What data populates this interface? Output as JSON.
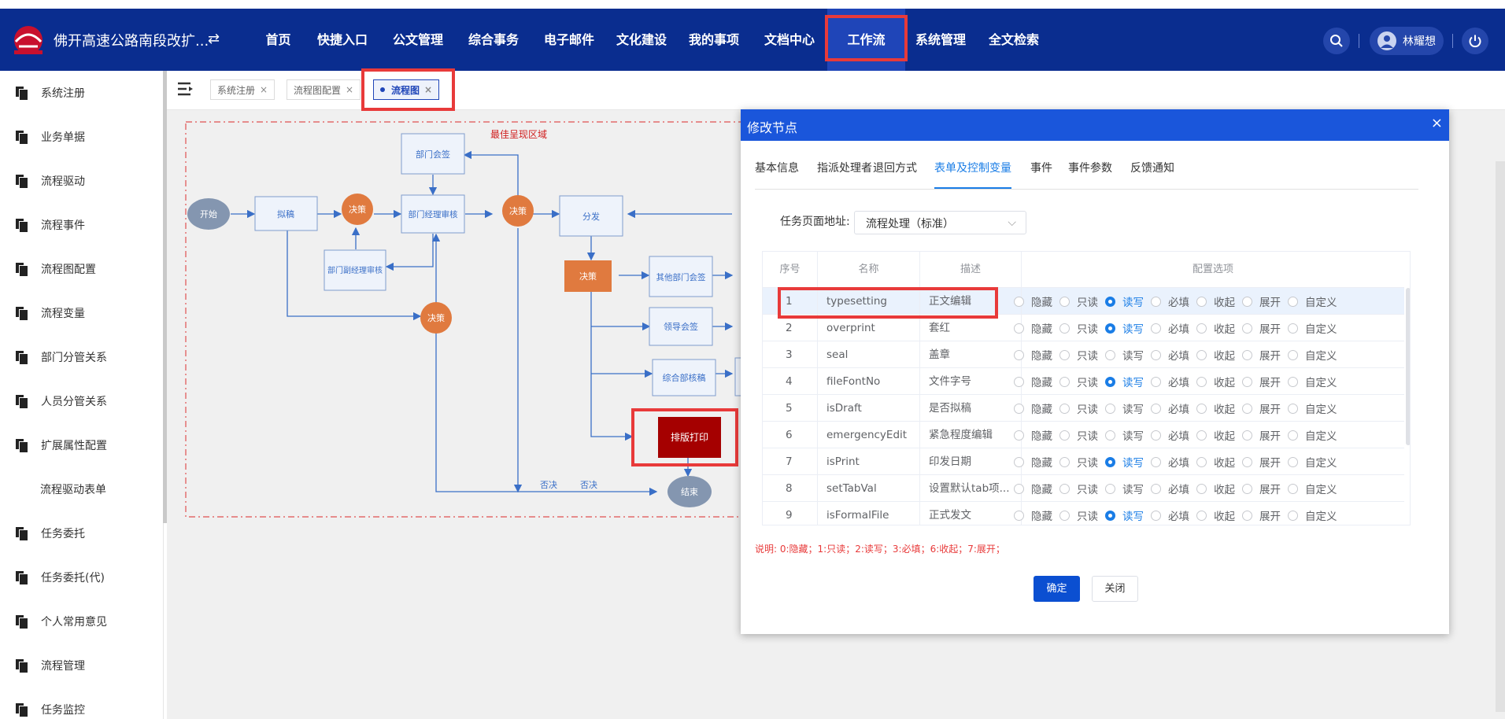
{
  "app": {
    "name": "佛开高速公路南段改扩...",
    "swap_icon": "⇄"
  },
  "nav": {
    "items": [
      "首页",
      "快捷入口",
      "公文管理",
      "综合事务",
      "电子邮件",
      "文化建设",
      "我的事项",
      "文档中心",
      "工作流",
      "系统管理",
      "全文检索"
    ],
    "active": "工作流",
    "user": "林耀想"
  },
  "sidebar": {
    "items": [
      "系统注册",
      "业务单据",
      "流程驱动",
      "流程事件",
      "流程图配置",
      "流程变量",
      "部门分管关系",
      "人员分管关系",
      "扩展属性配置",
      "流程驱动表单",
      "任务委托",
      "任务委托(代)",
      "个人常用意见",
      "流程管理",
      "任务监控"
    ]
  },
  "page_tabs": [
    {
      "label": "系统注册",
      "close": "×"
    },
    {
      "label": "流程图配置",
      "close": "×"
    },
    {
      "label": "流程图",
      "close": "×"
    }
  ],
  "flow": {
    "area_label": "最佳呈现区域",
    "nodes": {
      "start": "开始",
      "draft": "拟稿",
      "dec1": "决策",
      "dept_sign": "部门会签",
      "dept_mgr": "部门经理审核",
      "dept_vice": "部门副经理审核",
      "dec2": "决策",
      "distribute": "分发",
      "dec3": "决策",
      "other_sign": "其他部门会签",
      "leader_sign": "领导会签",
      "dec4": "决策",
      "general": "综合部核稿",
      "print": "排版打印",
      "end": "结束"
    },
    "reject1": "否决",
    "reject2": "否决"
  },
  "modal": {
    "title": "修改节点",
    "close": "×",
    "tabs": [
      "基本信息",
      "指派处理者",
      "退回方式",
      "表单及控制变量",
      "事件",
      "事件参数",
      "反馈通知"
    ],
    "active_tab": "表单及控制变量",
    "page_label": "任务页面地址:",
    "page_value": "流程处理（标准）",
    "columns": [
      "序号",
      "名称",
      "描述",
      "配置选项"
    ],
    "option_labels": [
      "隐藏",
      "只读",
      "读写",
      "必填",
      "收起",
      "展开",
      "自定义"
    ],
    "rows": [
      {
        "no": "1",
        "name": "typesetting",
        "desc": "正文编辑",
        "selected": "读写"
      },
      {
        "no": "2",
        "name": "overprint",
        "desc": "套红",
        "selected": "读写"
      },
      {
        "no": "3",
        "name": "seal",
        "desc": "盖章",
        "selected": ""
      },
      {
        "no": "4",
        "name": "fileFontNo",
        "desc": "文件字号",
        "selected": "读写"
      },
      {
        "no": "5",
        "name": "isDraft",
        "desc": "是否拟稿",
        "selected": ""
      },
      {
        "no": "6",
        "name": "emergencyEdit",
        "desc": "紧急程度编辑",
        "selected": ""
      },
      {
        "no": "7",
        "name": "isPrint",
        "desc": "印发日期",
        "selected": "读写"
      },
      {
        "no": "8",
        "name": "setTabVal",
        "desc": "设置默认tab项...",
        "selected": ""
      },
      {
        "no": "9",
        "name": "isFormalFile",
        "desc": "正式发文",
        "selected": "读写"
      }
    ],
    "note": "说明: 0:隐藏；1:只读；2:读写；3:必填；6:收起；7:展开；",
    "ok": "确定",
    "cancel": "关闭"
  },
  "colors": {
    "nav": "#0a2d8f",
    "accent": "#1a56db",
    "highlight": "#e83a3a",
    "decision": "#e07a3f",
    "print": "#a50000"
  }
}
